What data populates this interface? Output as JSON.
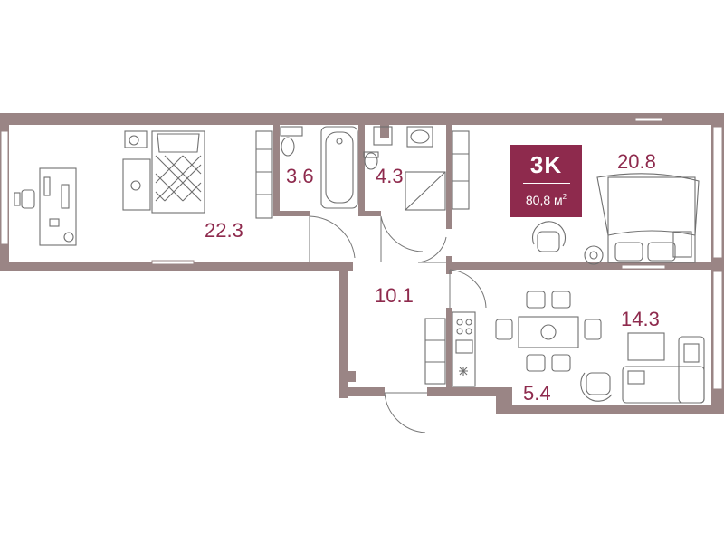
{
  "apartment": {
    "type_label": "3K",
    "total_area": "80,8 м",
    "area_unit_superscript": "2",
    "brand_color": "#8e2a4d",
    "wall_color": "#9a8585"
  },
  "rooms": [
    {
      "id": "bedroom-left",
      "area": "22.3"
    },
    {
      "id": "bathroom",
      "area": "3.6"
    },
    {
      "id": "shower-room",
      "area": "4.3"
    },
    {
      "id": "bedroom-right",
      "area": "20.8"
    },
    {
      "id": "hallway",
      "area": "10.1"
    },
    {
      "id": "living-room",
      "area": "14.3"
    },
    {
      "id": "kitchen",
      "area": "5.4"
    }
  ]
}
